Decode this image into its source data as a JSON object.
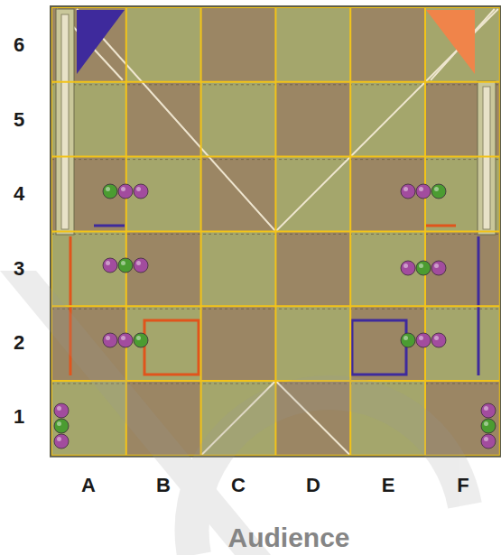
{
  "diagram": {
    "labels": [
      "6",
      "5",
      "4",
      "3",
      "2",
      "1",
      "A",
      "B",
      "C",
      "D",
      "E",
      "F",
      "Audience"
    ]
  }
}
